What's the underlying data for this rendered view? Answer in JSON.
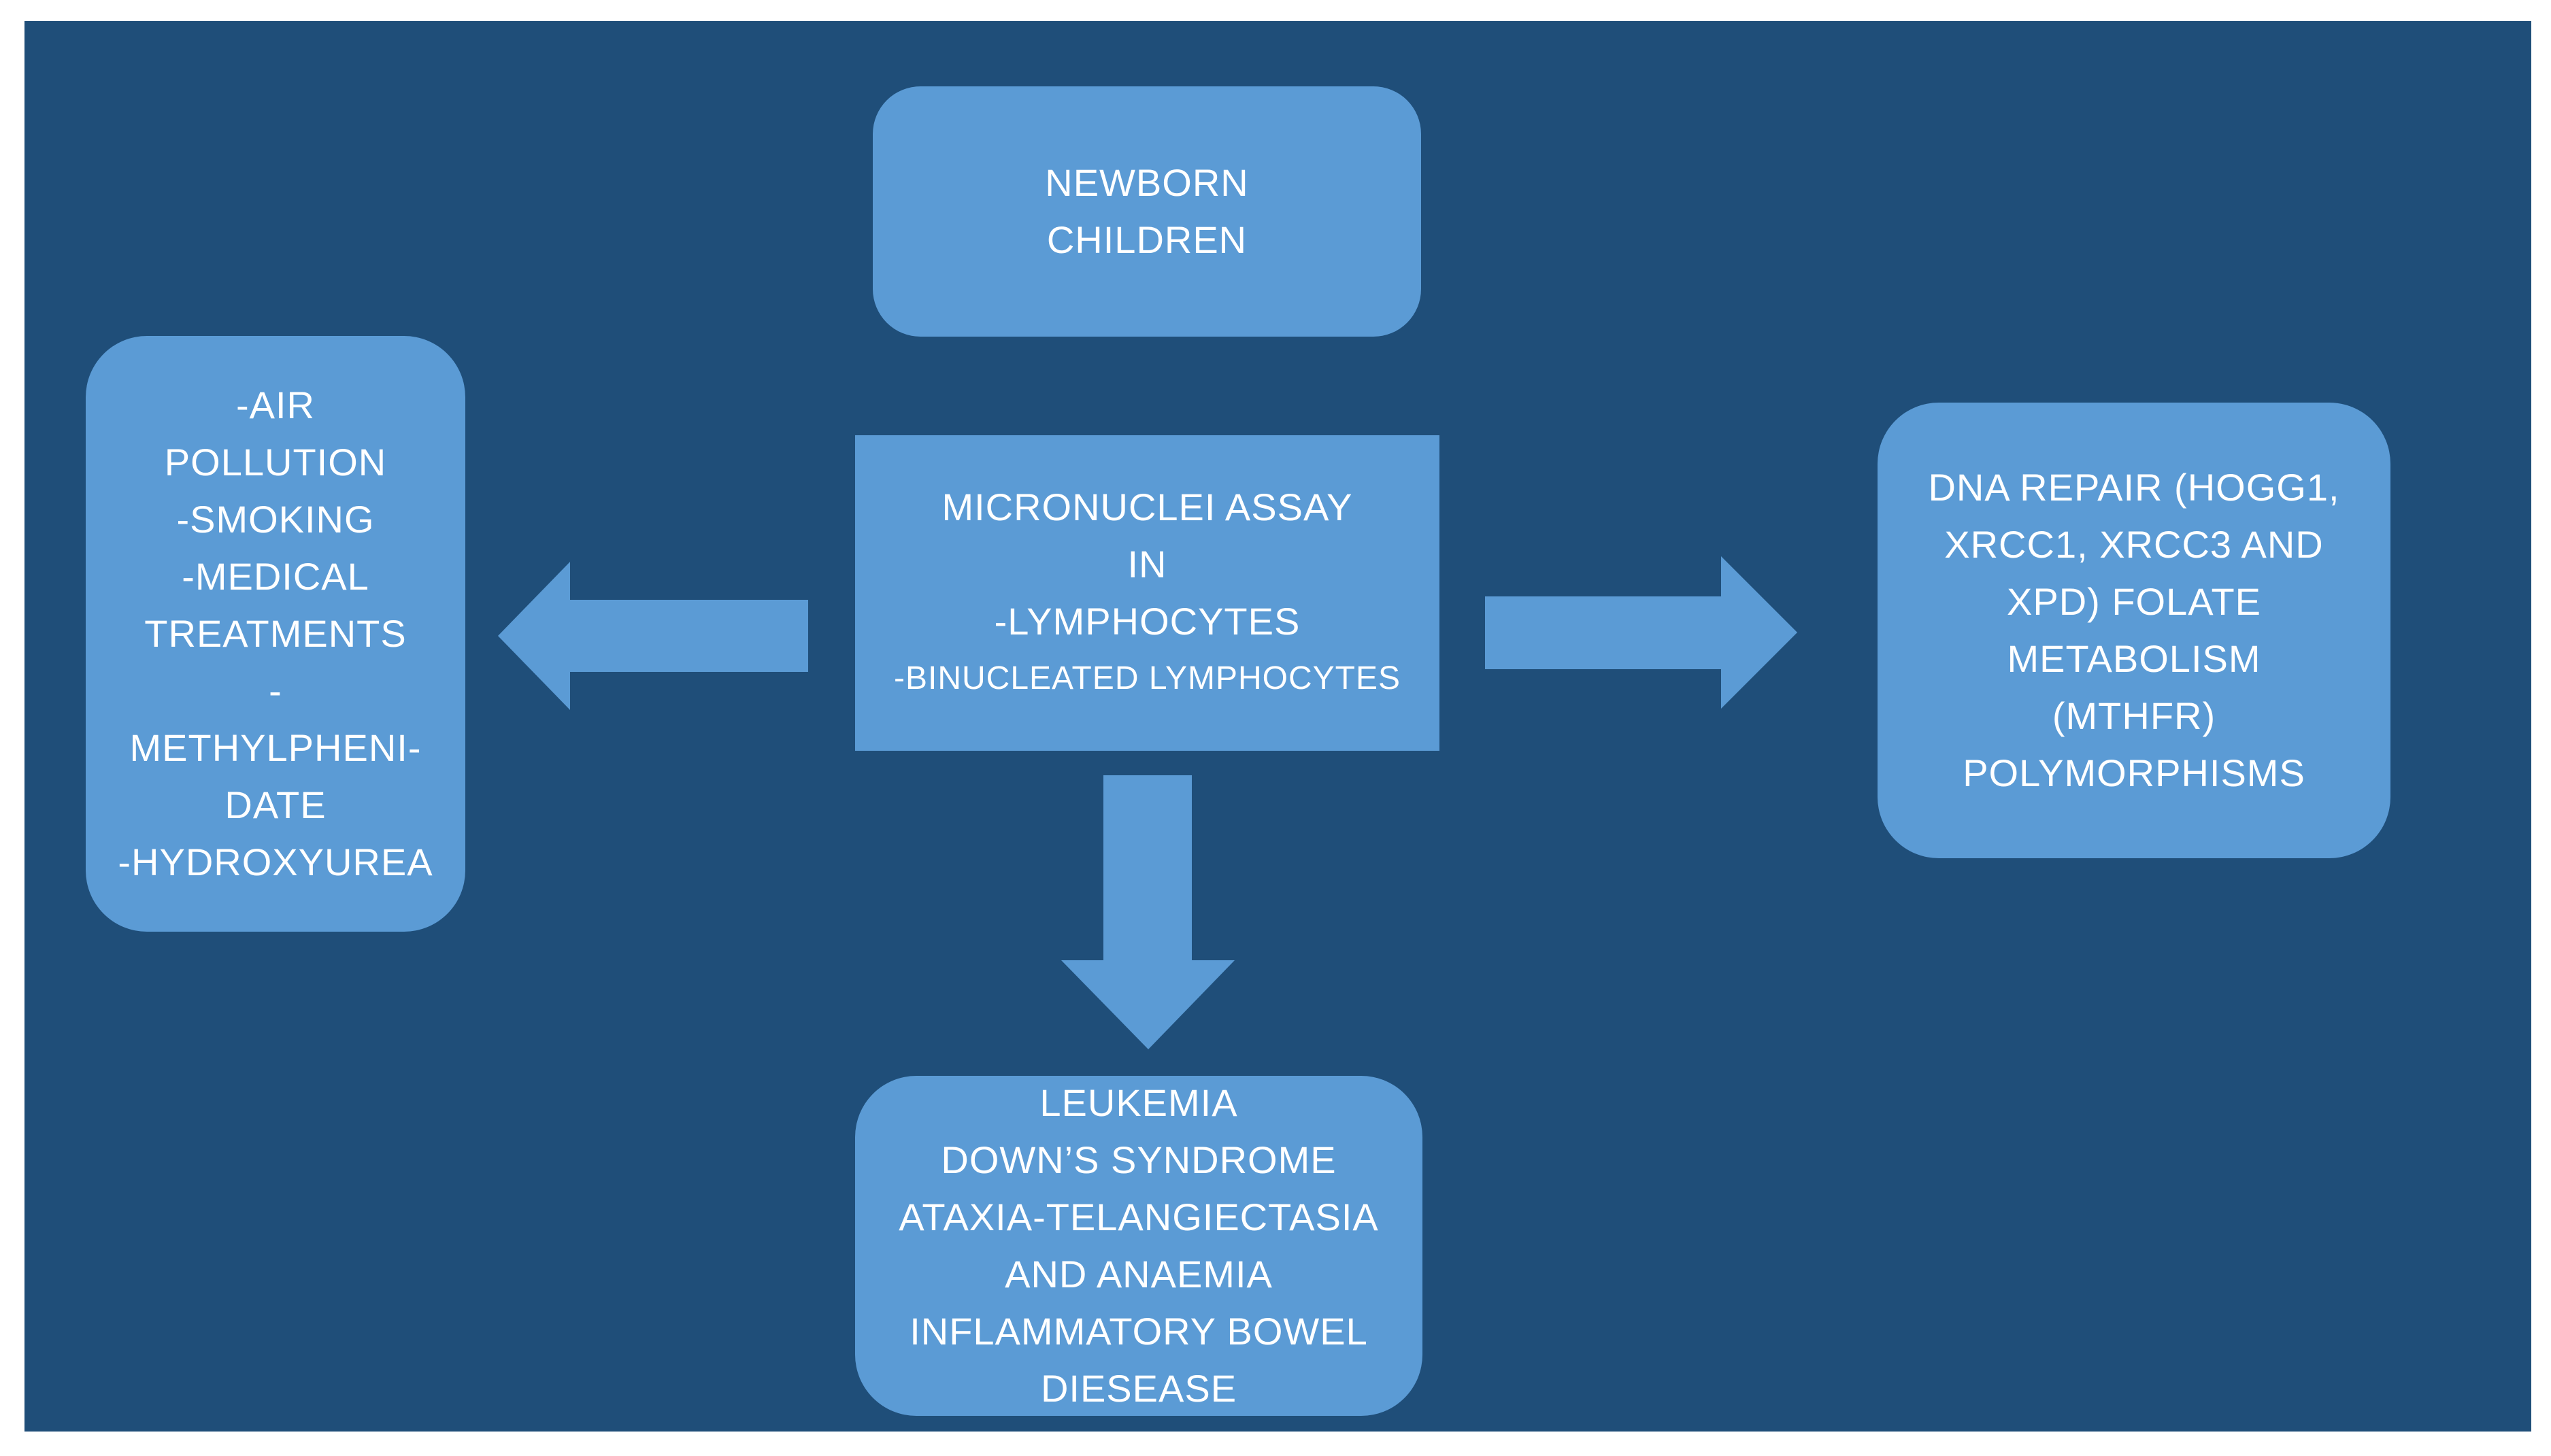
{
  "colors": {
    "background": "#1f4e79",
    "box_fill": "#5b9bd5",
    "text": "#ffffff"
  },
  "nodes": {
    "top": {
      "lines": [
        "NEWBORN",
        "CHILDREN"
      ]
    },
    "center": {
      "lines": [
        "MICRONUCLEI ASSAY",
        "IN",
        "-LYMPHOCYTES"
      ],
      "sub_line": "-BINUCLEATED  LYMPHOCYTES"
    },
    "left": {
      "lines": [
        "-AIR",
        "POLLUTION",
        "-SMOKING",
        "-MEDICAL",
        "TREATMENTS",
        "-",
        "METHYLPHENI-",
        "DATE",
        "-HYDROXYUREA"
      ]
    },
    "right": {
      "lines": [
        "DNA REPAIR (HOGG1,",
        "XRCC1, XRCC3 AND",
        "XPD) FOLATE",
        "METABOLISM",
        "(MTHFR)",
        "POLYMORPHISMS"
      ]
    },
    "bottom": {
      "lines": [
        "LEUKEMIA",
        "DOWN’S SYNDROME",
        "ATAXIA-TELANGIECTASIA",
        "AND  ANAEMIA",
        "INFLAMMATORY BOWEL",
        "DIESEASE"
      ]
    }
  },
  "edges": [
    {
      "from": "center",
      "to": "left",
      "direction": "left"
    },
    {
      "from": "center",
      "to": "right",
      "direction": "right"
    },
    {
      "from": "center",
      "to": "bottom",
      "direction": "down"
    }
  ]
}
